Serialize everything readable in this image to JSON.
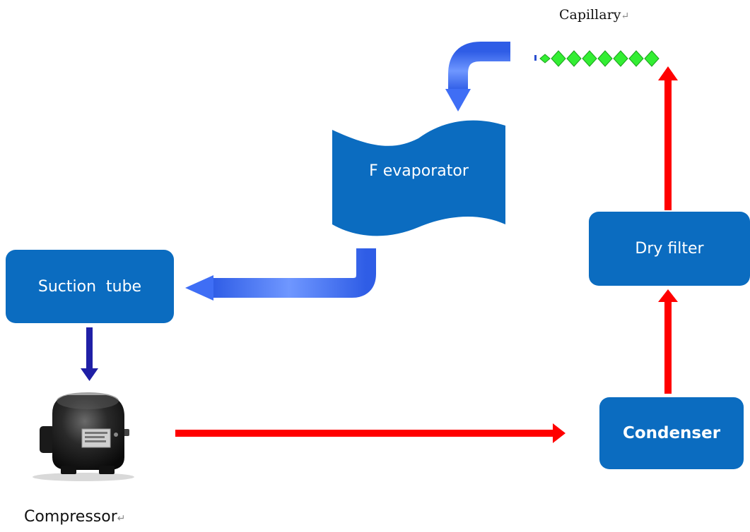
{
  "nodes": {
    "capillary": {
      "label": "Capillary",
      "return_mark": "↵"
    },
    "evaporator": {
      "label": "F evaporator"
    },
    "suction_tube": {
      "label": "Suction  tube"
    },
    "dry_filter": {
      "label": "Dry filter"
    },
    "condenser": {
      "label": "Condenser"
    },
    "compressor": {
      "label": "Compressor",
      "return_mark": "↵",
      "icon": "compressor-image"
    }
  },
  "colors": {
    "box_fill": "#0b6cc0",
    "low_pressure_flow": "#3f6ef5",
    "high_pressure_flow": "#ff0000",
    "suction_arrow": "#1f1fa6",
    "capillary_coil": "#22dd22"
  },
  "flows": [
    {
      "from": "capillary",
      "to": "evaporator",
      "side": "low-pressure"
    },
    {
      "from": "evaporator",
      "to": "suction_tube",
      "side": "low-pressure"
    },
    {
      "from": "suction_tube",
      "to": "compressor",
      "side": "low-pressure"
    },
    {
      "from": "compressor",
      "to": "condenser",
      "side": "high-pressure"
    },
    {
      "from": "condenser",
      "to": "dry_filter",
      "side": "high-pressure"
    },
    {
      "from": "dry_filter",
      "to": "capillary",
      "side": "high-pressure"
    }
  ]
}
